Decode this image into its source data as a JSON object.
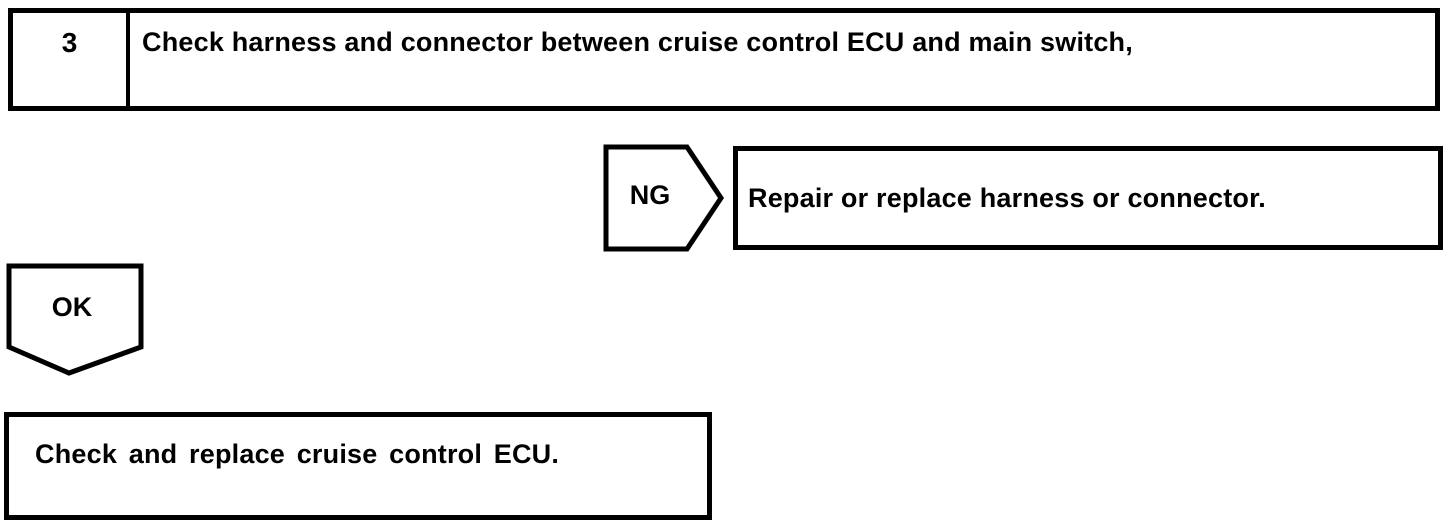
{
  "flowchart": {
    "step": {
      "number": "3",
      "instruction": "Check harness and connector between cruise control ECU and main switch,"
    },
    "ng_branch": {
      "connector_label": "NG",
      "action": "Repair or replace harness or connector."
    },
    "ok_branch": {
      "connector_label": "OK",
      "action": "Check and replace cruise control ECU."
    },
    "colors": {
      "line": "#000000",
      "background": "#ffffff"
    }
  }
}
